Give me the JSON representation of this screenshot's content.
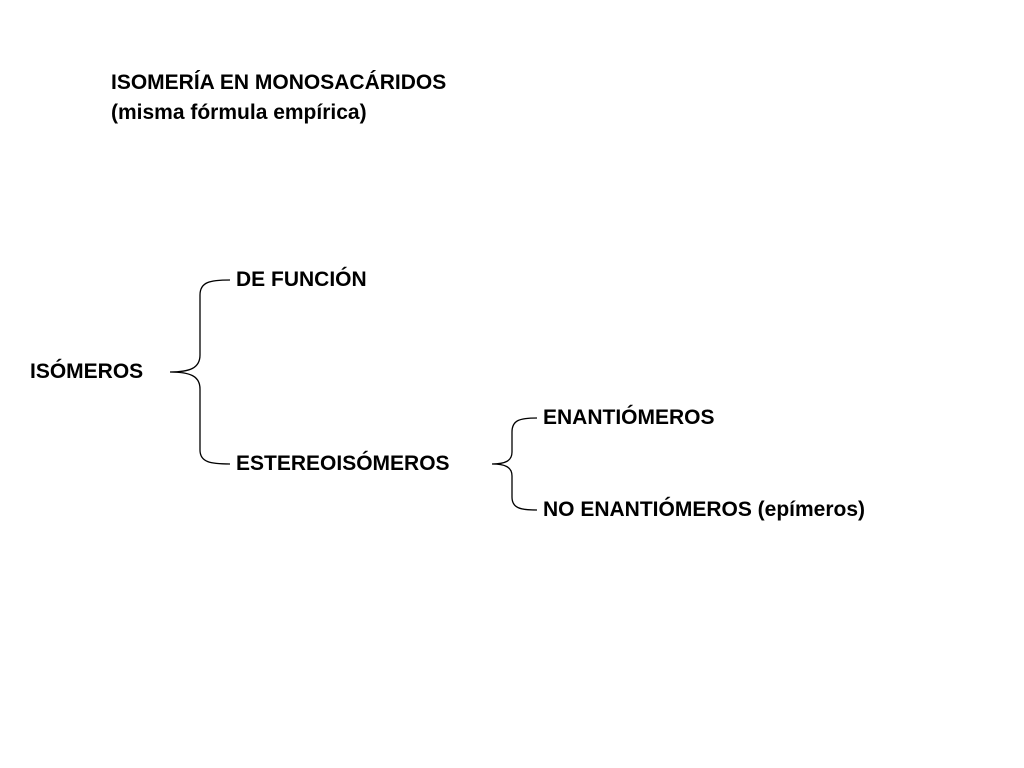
{
  "title": {
    "line1": "ISOMERÍA EN MONOSACÁRIDOS",
    "line2": "(misma fórmula empírica)"
  },
  "tree": {
    "root": "ISÓMEROS",
    "level1": {
      "top": "DE FUNCIÓN",
      "bottom": "ESTEREOISÓMEROS"
    },
    "level2": {
      "top": "ENANTIÓMEROS",
      "bottom": "NO ENANTIÓMEROS (epímeros)"
    }
  }
}
